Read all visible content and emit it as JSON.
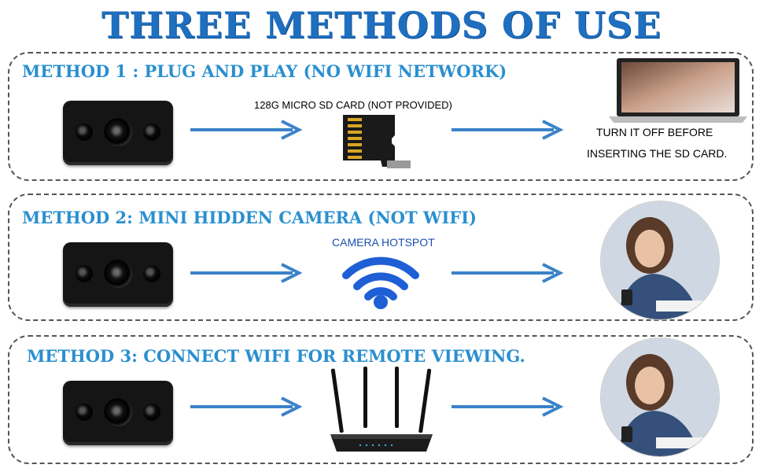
{
  "title": "THREE METHODS OF USE",
  "methods": [
    {
      "heading": "METHOD 1 : PLUG AND PLAY (NO WIFI NETWORK)",
      "middle_label": "128G MICRO SD CARD (NOT PROVIDED)",
      "end_note_line1": "TURN IT OFF BEFORE",
      "end_note_line2": "INSERTING THE SD CARD."
    },
    {
      "heading": "METHOD 2: MINI HIDDEN CAMERA (NOT WIFI)",
      "middle_label": "CAMERA HOTSPOT"
    },
    {
      "heading": "METHOD 3: CONNECT WIFI FOR REMOTE VIEWING."
    }
  ],
  "colors": {
    "title": "#1f6fc0",
    "heading": "#2a8fcf",
    "arrow": "#3b82c8",
    "wifi": "#1e5fd6"
  }
}
